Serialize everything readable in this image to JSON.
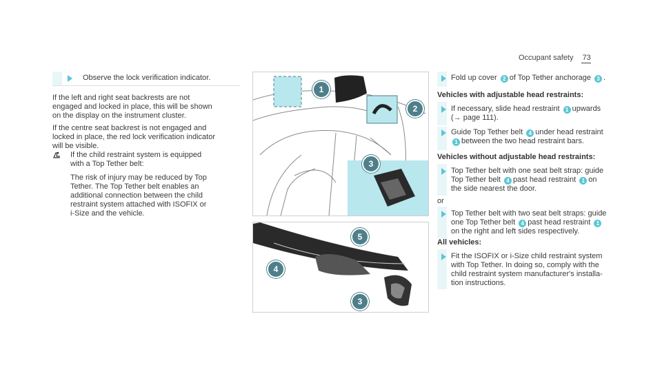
{
  "header": {
    "section": "Occupant safety",
    "page": "73"
  },
  "left": {
    "observe": "Observe the lock verification indicator.",
    "p1": [
      "If the left and right seat backrests are not",
      "engaged and locked in place, this will be shown",
      "on the display on the instrument cluster."
    ],
    "p2": [
      "If the centre seat backrest is not engaged and",
      "locked in place, the red lock verification indicator",
      "will be visible."
    ],
    "note": [
      "If the child restraint system is equipped",
      "with a Top Tether belt:"
    ],
    "note2": [
      "The risk of injury may be reduced by Top",
      "Tether. The Top Tether belt enables an",
      "additional connection between the child",
      "restraint system attached with ISOFIX or",
      "i-Size and the vehicle."
    ]
  },
  "right": {
    "fold_a": "Fold up cover",
    "fold_b": "of Top Tether anchorage",
    "fold_c": ".",
    "h1": "Vehicles with adjustable head restraints:",
    "s1_a": "If necessary, slide head restraint",
    "s1_b": "upwards",
    "s1_c": "(→ page 111).",
    "s2_a": "Guide Top Tether belt",
    "s2_b": "under head restraint",
    "s2_c": "between the two head restraint bars.",
    "h2": "Vehicles without adjustable head restraints:",
    "s3_a": "Top Tether belt with one seat belt strap: guide",
    "s3_b": "Top Tether belt",
    "s3_c": "past head restraint",
    "s3_d": "on",
    "s3_e": "the side nearest the door.",
    "or": "or",
    "s4_a": "Top Tether belt with two seat belt straps: guide",
    "s4_b": "one Top Tether belt",
    "s4_c": "past head restraint",
    "s4_d": "on the right and left sides respectively.",
    "h3": "All vehicles:",
    "s5_a": "Fit the ISOFIX or i-Size child restraint system",
    "s5_b": "with Top Tether. In doing so, comply with the",
    "s5_c": "child restraint system manufacturer's installa-",
    "s5_d": "tion instructions."
  },
  "n": {
    "1": "1",
    "2": "2",
    "3": "3",
    "4": "4",
    "5": "5"
  },
  "colors": {
    "accent": "#5cc6d5",
    "callout": "#4e7f8a",
    "highlight": "#b8e7ee"
  },
  "icons": {
    "note": "child-seat-icon",
    "step": "arrow-right-icon"
  }
}
